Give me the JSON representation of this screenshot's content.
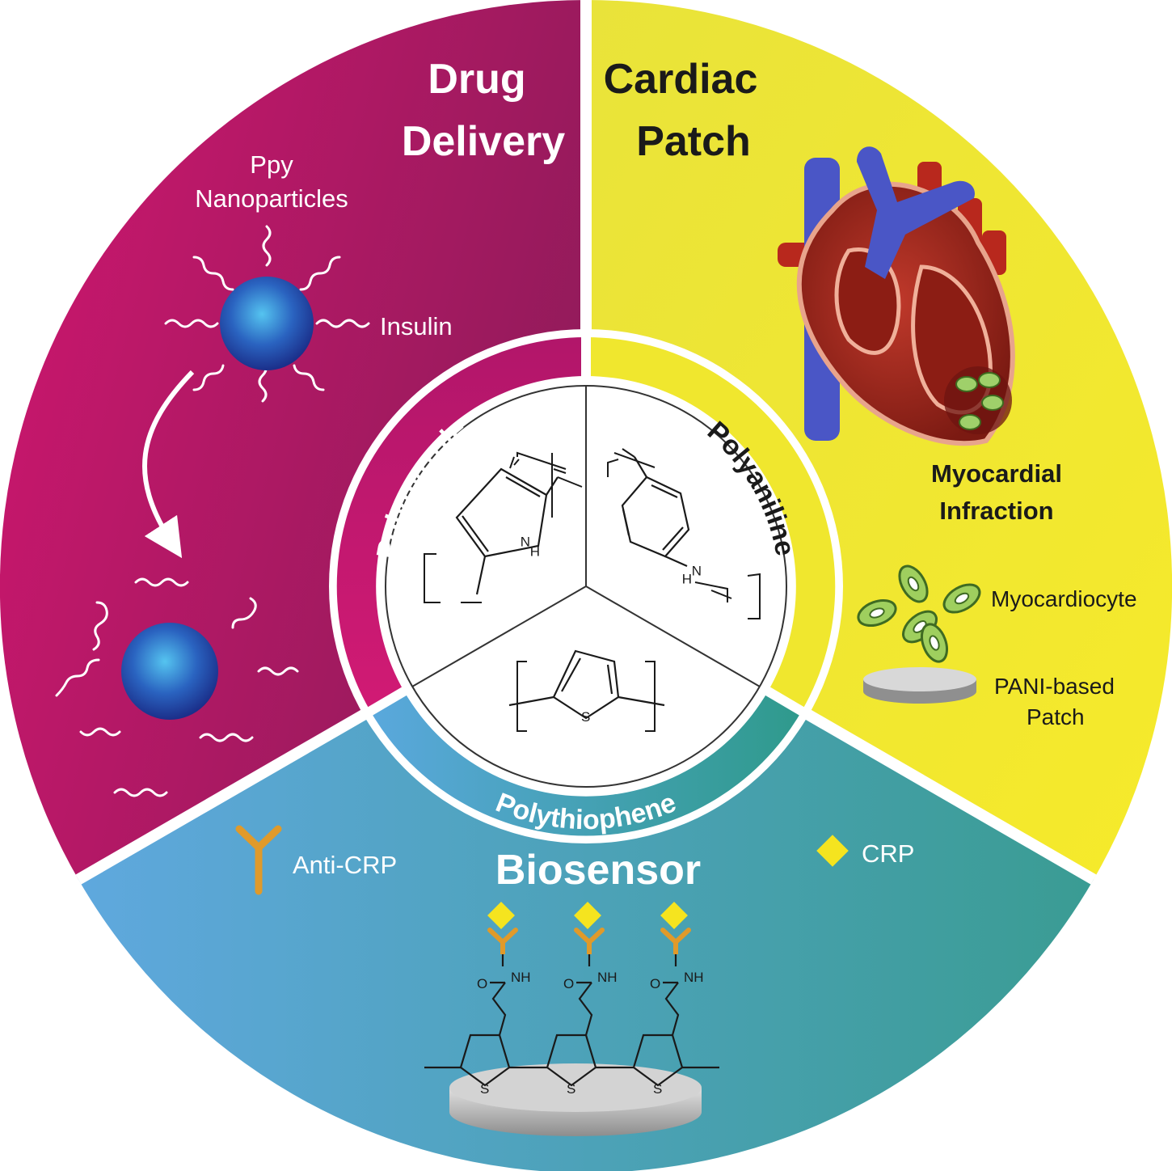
{
  "colors": {
    "drug": "#c4156c",
    "cardiac": "#eee63a",
    "biosensor_start": "#5aa7dc",
    "biosensor_end": "#3a9f98",
    "ring_white": "#ffffff"
  },
  "drug_delivery": {
    "title_line1": "Drug",
    "title_line2": "Delivery",
    "nanoparticle_line1": "Ppy",
    "nanoparticle_line2": "Nanoparticles",
    "insulin_label": "Insulin"
  },
  "cardiac_patch": {
    "title_line1": "Cardiac",
    "title_line2": "Patch",
    "infarction_line1": "Myocardial",
    "infarction_line2": "Infraction",
    "cell_label": "Myocardiocyte",
    "patch_line1": "PANI-based",
    "patch_line2": "Patch"
  },
  "biosensor": {
    "title": "Biosensor",
    "antibody_label": "Anti-CRP",
    "antigen_label": "CRP",
    "atom_nh": "NH",
    "atom_o": "O",
    "atom_s": "S"
  },
  "polymers": {
    "polypyrrole": "Polypyrrole",
    "polyaniline": "Polyaniline",
    "polythiophene": "Polythiophene",
    "atom_n": "N",
    "atom_h": "H",
    "atom_s": "S"
  }
}
